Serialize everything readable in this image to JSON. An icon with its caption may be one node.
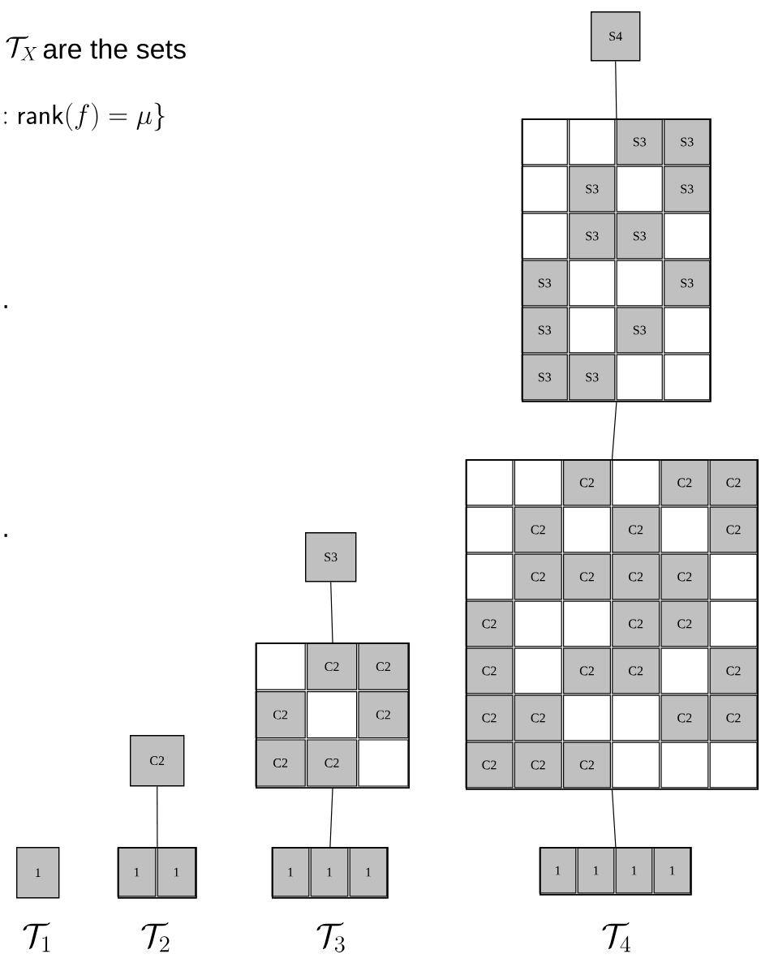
{
  "diagram": {
    "nodes": [
      {
        "text": [
          "1"
        ]
      },
      {
        "text": [
          "C2"
        ]
      },
      {
        "text": [],
        "shape": "box"
      },
      {
        "text": [
          "1"
        ],
        "in": 2
      },
      {
        "text": [
          "1"
        ],
        "in": 2
      },
      {
        "text": [
          "S3"
        ]
      },
      {
        "text": [],
        "shape": "box"
      },
      {
        "text": [],
        "shape": "box",
        "in": 6
      },
      {
        "text": [
          "C2"
        ],
        "in": 6
      },
      {
        "text": [
          "C2"
        ],
        "in": 6
      },
      {
        "text": [
          "C2"
        ],
        "in": 6
      },
      {
        "text": [],
        "shape": "box",
        "in": 6
      },
      {
        "text": [
          "C2"
        ],
        "in": 6
      },
      {
        "text": [
          "C2"
        ],
        "in": 6
      },
      {
        "text": [
          "C2"
        ],
        "in": 6
      },
      {
        "text": [],
        "shape": "box",
        "in": 6
      },
      {
        "text": [],
        "shape": "box"
      },
      {
        "text": [
          "1"
        ],
        "in": 16
      },
      {
        "text": [
          "1"
        ],
        "in": 16
      },
      {
        "text": [
          "1"
        ],
        "in": 16
      },
      {
        "text": [
          "S4"
        ]
      },
      {
        "text": [],
        "shape": "box"
      },
      {
        "text": [],
        "shape": "box",
        "in": 21
      },
      {
        "text": [],
        "shape": "box",
        "in": 21
      },
      {
        "text": [
          "S3"
        ],
        "in": 21
      },
      {
        "text": [
          "S3"
        ],
        "in": 21
      },
      {
        "text": [],
        "shape": "box",
        "in": 21
      },
      {
        "text": [
          "S3"
        ],
        "in": 21
      },
      {
        "text": [],
        "shape": "box",
        "in": 21
      },
      {
        "text": [
          "S3"
        ],
        "in": 21
      },
      {
        "text": [],
        "shape": "box",
        "in": 21
      },
      {
        "text": [
          "S3"
        ],
        "in": 21
      },
      {
        "text": [
          "S3"
        ],
        "in": 21
      },
      {
        "text": [],
        "shape": "box",
        "in": 21
      },
      {
        "text": [
          "S3"
        ],
        "in": 21
      },
      {
        "text": [],
        "shape": "box",
        "in": 21
      },
      {
        "text": [],
        "shape": "box",
        "in": 21
      },
      {
        "text": [
          "S3"
        ],
        "in": 21
      },
      {
        "text": [
          "S3"
        ],
        "in": 21
      },
      {
        "text": [],
        "shape": "box",
        "in": 21
      },
      {
        "text": [
          "S3"
        ],
        "in": 21
      },
      {
        "text": [],
        "shape": "box",
        "in": 21
      },
      {
        "text": [
          "S3"
        ],
        "in": 21
      },
      {
        "text": [
          "S3"
        ],
        "in": 21
      },
      {
        "text": [],
        "shape": "box",
        "in": 21
      },
      {
        "text": [],
        "shape": "box",
        "in": 21
      },
      {
        "text": [],
        "shape": "box"
      },
      {
        "text": [],
        "shape": "box",
        "in": 46
      },
      {
        "text": [],
        "shape": "box",
        "in": 46
      },
      {
        "text": [
          "C2"
        ],
        "in": 46
      },
      {
        "text": [],
        "shape": "box",
        "in": 46
      },
      {
        "text": [
          "C2"
        ],
        "in": 46
      },
      {
        "text": [
          "C2"
        ],
        "in": 46
      },
      {
        "text": [],
        "shape": "box",
        "in": 46
      },
      {
        "text": [
          "C2"
        ],
        "in": 46
      },
      {
        "text": [],
        "shape": "box",
        "in": 46
      },
      {
        "text": [
          "C2"
        ],
        "in": 46
      },
      {
        "text": [],
        "shape": "box",
        "in": 46
      },
      {
        "text": [
          "C2"
        ],
        "in": 46
      },
      {
        "text": [],
        "shape": "box",
        "in": 46
      },
      {
        "text": [
          "C2"
        ],
        "in": 46
      },
      {
        "text": [
          "C2"
        ],
        "in": 46
      },
      {
        "text": [
          "C2"
        ],
        "in": 46
      },
      {
        "text": [
          "C2"
        ],
        "in": 46
      },
      {
        "text": [],
        "shape": "box",
        "in": 46
      },
      {
        "text": [
          "C2"
        ],
        "in": 46
      },
      {
        "text": [],
        "shape": "box",
        "in": 46
      },
      {
        "text": [],
        "shape": "box",
        "in": 46
      },
      {
        "text": [
          "C2"
        ],
        "in": 46
      },
      {
        "text": [
          "C2"
        ],
        "in": 46
      },
      {
        "text": [],
        "shape": "box",
        "in": 46
      },
      {
        "text": [
          "C2"
        ],
        "in": 46
      },
      {
        "text": [],
        "shape": "box",
        "in": 46
      },
      {
        "text": [
          "C2"
        ],
        "in": 46
      },
      {
        "text": [
          "C2"
        ],
        "in": 46
      },
      {
        "text": [],
        "shape": "box",
        "in": 46
      },
      {
        "text": [
          "C2"
        ],
        "in": 46
      },
      {
        "text": [
          "C2"
        ],
        "in": 46
      },
      {
        "text": [
          "C2"
        ],
        "in": 46
      },
      {
        "text": [],
        "shape": "box",
        "in": 46
      },
      {
        "text": [],
        "shape": "box",
        "in": 46
      },
      {
        "text": [
          "C2"
        ],
        "in": 46
      },
      {
        "text": [
          "C2"
        ],
        "in": 46
      },
      {
        "text": [
          "C2"
        ],
        "in": 46
      },
      {
        "text": [
          "C2"
        ],
        "in": 46
      },
      {
        "text": [
          "C2"
        ],
        "in": 46
      },
      {
        "text": [],
        "shape": "box",
        "in": 46
      },
      {
        "text": [],
        "shape": "box",
        "in": 46
      },
      {
        "text": [],
        "shape": "box",
        "in": 46
      },
      {
        "text": [],
        "shape": "box"
      },
      {
        "text": [
          "1"
        ],
        "in": 89
      },
      {
        "text": [
          "1"
        ],
        "in": 89
      },
      {
        "text": [
          "1"
        ],
        "in": 89
      },
      {
        "text": [
          "1"
        ],
        "in": 89
      }
    ],
    "edges": [
      {
        "from": 1,
        "to": 2,
        "arrow": "none"
      },
      {
        "from": 5,
        "to": 6,
        "arrow": "none"
      },
      {
        "from": 6,
        "to": 16,
        "arrow": "none"
      },
      {
        "from": 20,
        "to": 21,
        "arrow": "none"
      },
      {
        "from": 21,
        "to": 46,
        "arrow": "none"
      },
      {
        "from": 46,
        "to": 89,
        "arrow": "none"
      }
    ],
    "labels": [
      "\\mathcal{T}_X",
      "are the sets",
      "{:}\\ \\mathsf{rank}(f) = \\mu\\}",
      ".",
      ".",
      "\\mathcal{T}_1",
      "\\mathcal{T}_2",
      "\\mathcal{T}_3",
      "\\mathcal{T}_4"
    ]
  }
}
